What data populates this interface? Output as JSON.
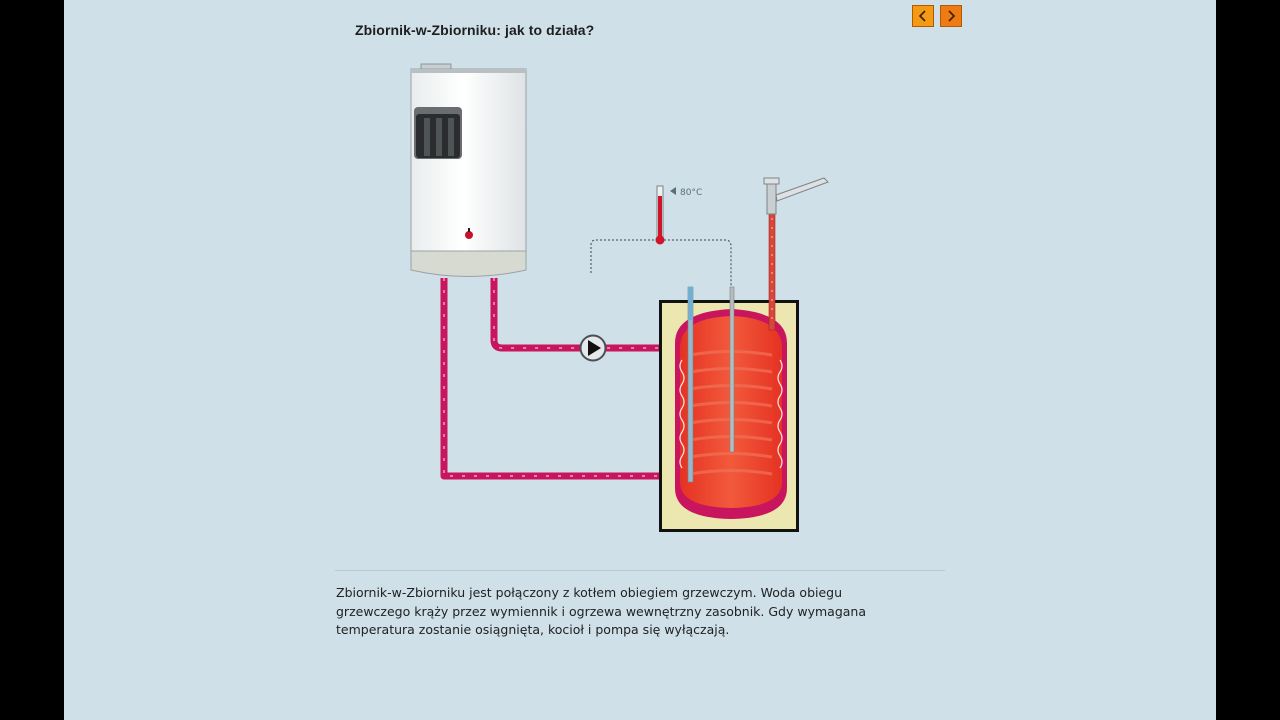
{
  "page": {
    "title": "Zbiornik-w-Zbiorniku: jak to działa?",
    "nav": {
      "prev_icon": "chevron-left-icon",
      "next_icon": "chevron-right-icon"
    }
  },
  "diagram": {
    "thermostat_label": "80°C",
    "colors": {
      "pipe": "#c8155e",
      "water": "#ec3b24",
      "insulation": "#ece7b0",
      "background": "#cfe0e8",
      "nav_button": "#f39a17"
    }
  },
  "description": {
    "lines": [
      "Zbiornik-w-Zbiorniku jest połączony z kotłem obiegiem grzewczym.  Woda obiegu",
      "grzewczego krąży przez wymiennik i ogrzewa wewnętrzny zasobnik. Gdy wymagana",
      "temperatura zostanie osiągnięta, kocioł i pompa się wyłączają."
    ]
  }
}
